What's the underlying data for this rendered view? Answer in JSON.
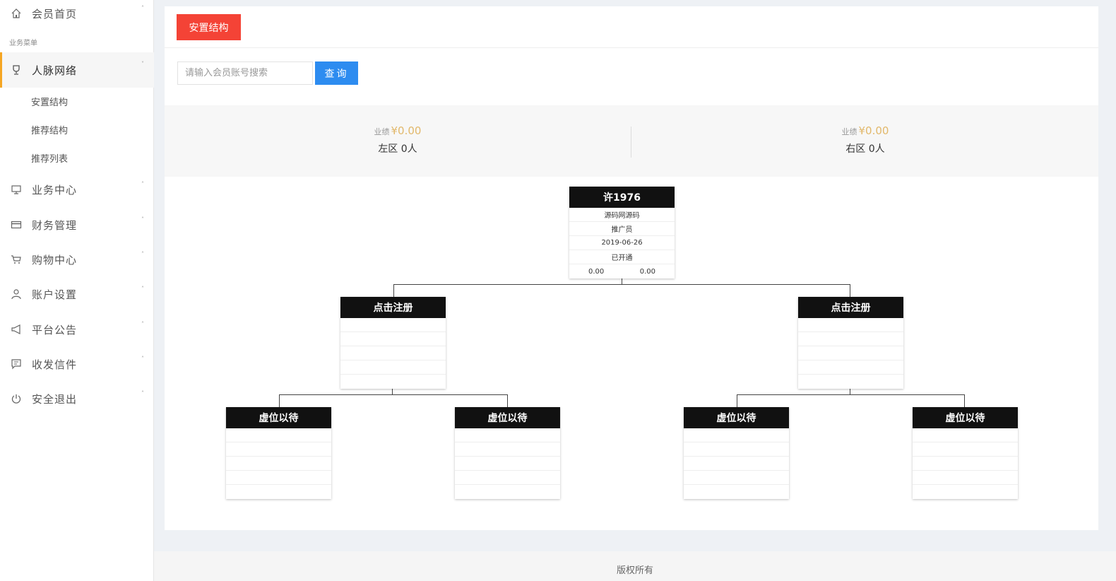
{
  "sidebar": {
    "home": "会员首页",
    "section": "业务菜单",
    "network": "人脉网络",
    "sub_items": [
      "安置结构",
      "推荐结构",
      "推荐列表"
    ],
    "items": [
      "业务中心",
      "财务管理",
      "购物中心",
      "账户设置",
      "平台公告",
      "收发信件",
      "安全退出"
    ],
    "icons": [
      "home-icon",
      "trophy-icon",
      "monitor-icon",
      "card-icon",
      "cart-icon",
      "user-icon",
      "megaphone-icon",
      "message-icon",
      "power-icon"
    ]
  },
  "page": {
    "tab": "安置结构",
    "search_placeholder": "请输入会员账号搜索",
    "search_button": "查询"
  },
  "stats": {
    "left": {
      "label": "业绩",
      "amount": "¥0.00",
      "zone": "左区 0人"
    },
    "right": {
      "label": "业绩",
      "amount": "¥0.00",
      "zone": "右区 0人"
    }
  },
  "tree": {
    "root": {
      "title": "许1976",
      "rows": [
        "源码网源码",
        "推广员",
        "2019-06-26",
        "已开通"
      ],
      "left_value": "0.00",
      "right_value": "0.00"
    },
    "level2": [
      "点击注册",
      "点击注册"
    ],
    "level3": [
      "虚位以待",
      "虚位以待",
      "虚位以待",
      "虚位以待"
    ]
  },
  "footer": "版权所有",
  "colors": {
    "tab": "#f44336",
    "search": "#2d8cf0",
    "amount": "#e2b86b",
    "node_head": "#111111",
    "active_border": "#f5a623"
  }
}
